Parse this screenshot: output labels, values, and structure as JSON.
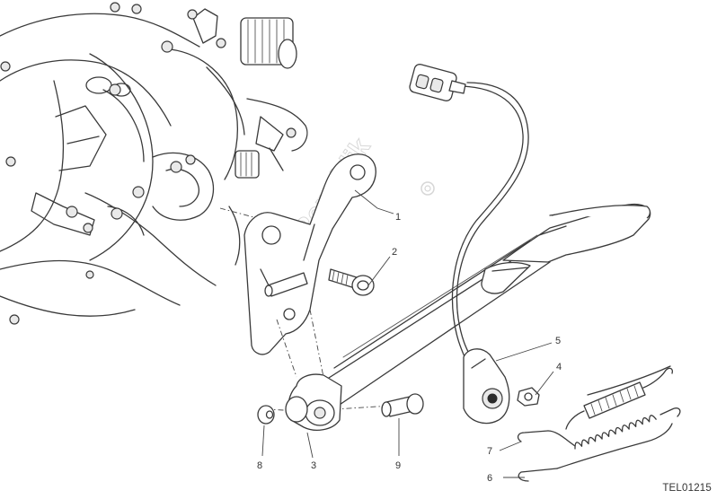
{
  "diagram": {
    "drawing_number": "TEL01215",
    "watermark": "PartsRepublik",
    "callouts": [
      "1",
      "2",
      "3",
      "4",
      "5",
      "6",
      "7",
      "8",
      "9"
    ]
  }
}
